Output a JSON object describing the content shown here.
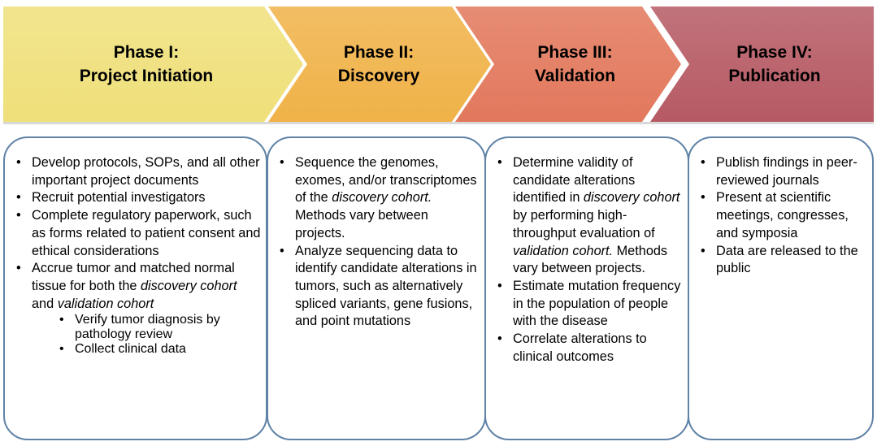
{
  "phases": [
    {
      "title_line1": "Phase I:",
      "title_line2": "Project Initiation",
      "color": "#efe07a",
      "items": [
        [
          {
            "t": "Develop protocols, SOPs, and all other important project documents"
          }
        ],
        [
          {
            "t": "Recruit potential investigators"
          }
        ],
        [
          {
            "t": "Complete regulatory paperwork, such as forms related to patient consent and ethical considerations"
          }
        ],
        [
          {
            "t": "Accrue tumor and matched normal tissue for both the "
          },
          {
            "t": "discovery cohort",
            "i": true
          },
          {
            "t": " and "
          },
          {
            "t": "validation cohort",
            "i": true
          }
        ]
      ],
      "subitems": [
        "Verify tumor diagnosis by pathology review",
        "Collect clinical data"
      ]
    },
    {
      "title_line1": "Phase II:",
      "title_line2": "Discovery",
      "color": "#f0b248",
      "items": [
        [
          {
            "t": "Sequence the genomes, exomes, and/or transcriptomes of the "
          },
          {
            "t": "discovery cohort.",
            "i": true
          },
          {
            "t": " Methods vary between projects."
          }
        ],
        [
          {
            "t": "Analyze sequencing data to identify candidate alterations in tumors, such as alternatively spliced variants, gene fusions, and point mutations"
          }
        ]
      ],
      "subitems": []
    },
    {
      "title_line1": "Phase III:",
      "title_line2": "Validation",
      "color": "#e2785c",
      "items": [
        [
          {
            "t": "Determine validity of candidate alterations identified in "
          },
          {
            "t": "discovery cohort",
            "i": true
          },
          {
            "t": " by performing high-throughput evaluation of "
          },
          {
            "t": "validation cohort.",
            "i": true
          },
          {
            "t": " Methods vary between projects."
          }
        ],
        [
          {
            "t": "Estimate mutation frequency in the population of people with the disease"
          }
        ],
        [
          {
            "t": "Correlate alterations to clinical outcomes"
          }
        ]
      ],
      "subitems": []
    },
    {
      "title_line1": "Phase IV:",
      "title_line2": "Publication",
      "color": "#b65a64",
      "items": [
        [
          {
            "t": "Publish findings in peer-reviewed journals"
          }
        ],
        [
          {
            "t": "Present at scientific meetings, congresses, and symposia"
          }
        ],
        [
          {
            "t": "Data are released to the public"
          }
        ]
      ],
      "subitems": []
    }
  ]
}
